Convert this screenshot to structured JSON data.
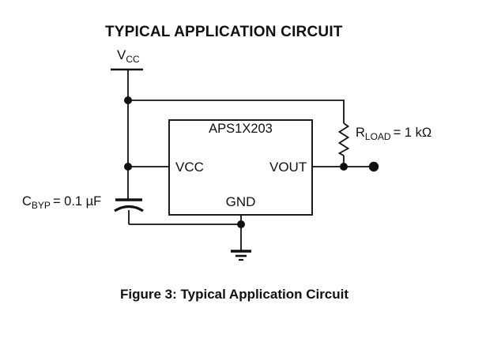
{
  "page": {
    "title": "TYPICAL APPLICATION CIRCUIT",
    "caption": "Figure 3: Typical Application Circuit"
  },
  "circuit": {
    "chip": {
      "name": "APS1X203",
      "pins": {
        "vcc": "VCC",
        "vout": "VOUT",
        "gnd": "GND"
      }
    },
    "supply": {
      "main": "V",
      "sub": "CC"
    },
    "bypass_cap": {
      "main": "C",
      "sub": "BYP",
      "value": "= 0.1 µF"
    },
    "load_resistor": {
      "main": "R",
      "sub": "LOAD",
      "value": "= 1 kΩ"
    }
  },
  "colors": {
    "ink": "#111111",
    "background": "#ffffff"
  }
}
